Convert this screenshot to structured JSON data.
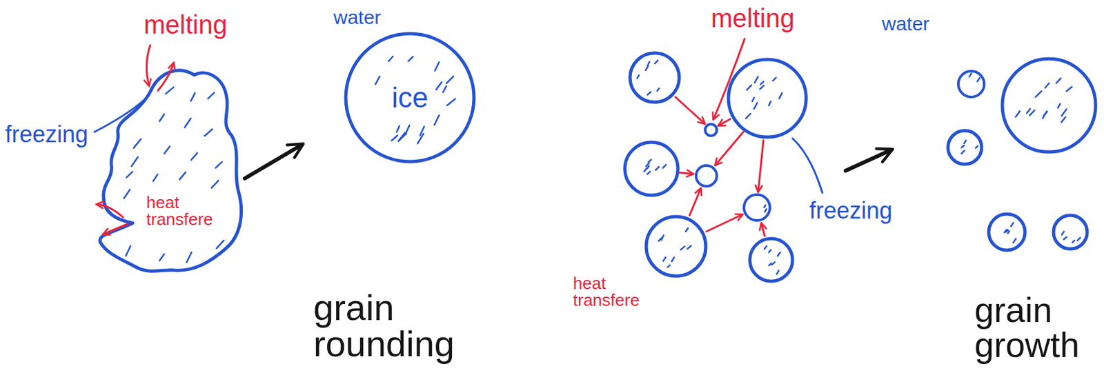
{
  "diagram": {
    "nodes": [
      {
        "text": [
          "ice"
        ]
      }
    ],
    "labels": [
      "melting",
      "freezing",
      "heat transfere",
      "water",
      "grain rounding",
      "melting",
      "water",
      "heat transfere",
      "freezing",
      "grain growth"
    ]
  }
}
